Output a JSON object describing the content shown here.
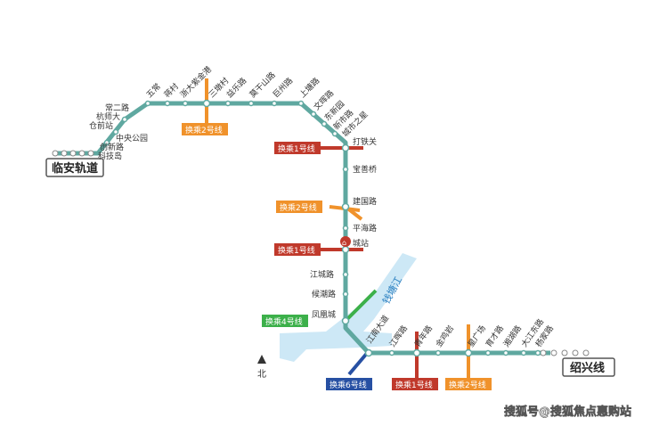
{
  "river_label": "钱塘江",
  "north_label": "北",
  "endpoint_left": "临安轨道",
  "endpoint_right": "绍兴线",
  "watermark": "搜狐号@搜狐焦点惠购站",
  "colors": {
    "main_line": "#5fa8a0",
    "line1": "#c0392b",
    "line2": "#f0922b",
    "line4": "#3cb04a",
    "line6": "#2750a3",
    "river": "#cde8f6"
  },
  "transfers": {
    "line2_top": "换乘2号线",
    "line1_a": "换乘1号线",
    "line2_mid": "换乘2号线",
    "line1_b": "换乘1号线",
    "line4": "换乘4号线",
    "line6": "换乘6号线",
    "line1_c": "换乘1号线",
    "line2_c": "换乘2号线"
  },
  "stations": {
    "s_kejidao": "科技岛",
    "s_chuangxin": "创新路",
    "s_zhongyang": "中央公园",
    "s_cangqian": "仓前站",
    "s_hangshida": "杭师大",
    "s_changer": "常二路",
    "s_wuchang": "五常",
    "s_jiangcun": "蒋村",
    "s_xidaxue": "浙大紫金港",
    "s_sandun": "三墩村",
    "s_yidong": "益乐路",
    "s_moganshan": "莫干山路",
    "s_gongshu": "巨州路",
    "s_shangtang": "上塘路",
    "s_wenhui": "文晖路",
    "s_xiangyang": "东新园",
    "s_dongxin": "新市路",
    "s_fengchengzhi": "城市之星",
    "s_datieguan": "打铁关",
    "s_baoshan": "宝善桥",
    "s_jianguo": "建国路",
    "s_pinghai": "平海路",
    "s_chengzhan": "城站",
    "s_jiangcheng": "江城路",
    "s_houchao": "候潮路",
    "s_fenghuang": "凤凰城",
    "s_jiangnan": "江南大道",
    "s_jiangling": "江晖路",
    "s_qinghe": "青年路",
    "s_jinji": "金鸡岩",
    "s_xingguang": "星广场",
    "s_yuzheng": "育才路",
    "s_xiangchu": "湘湖路",
    "s_dadong": "大江东路",
    "s_yangming": "杨家路"
  }
}
